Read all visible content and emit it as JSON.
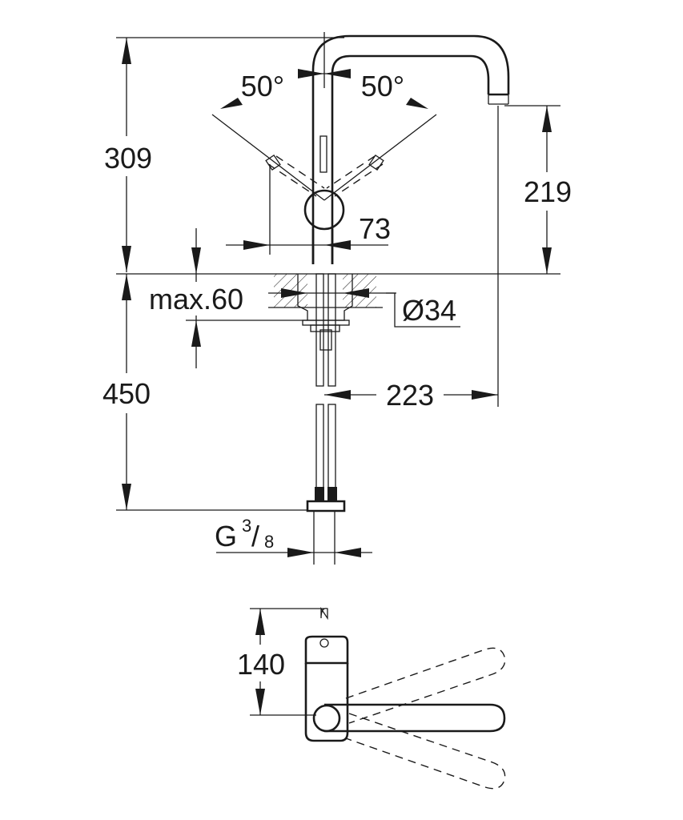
{
  "dimensions": {
    "total_height_above_deck": "309",
    "spout_height": "219",
    "lever_angle_left": "50°",
    "lever_angle_right": "50°",
    "lever_reach": "73",
    "max_deck_thickness": "max.60",
    "mounting_hole": "Ø34",
    "hose_length": "450",
    "spout_reach": "223",
    "connection_thread_main": "G",
    "connection_thread_num": "3",
    "connection_thread_den": "8",
    "top_view_depth": "140"
  },
  "colors": {
    "line": "#1a1a1a",
    "background": "#ffffff"
  }
}
